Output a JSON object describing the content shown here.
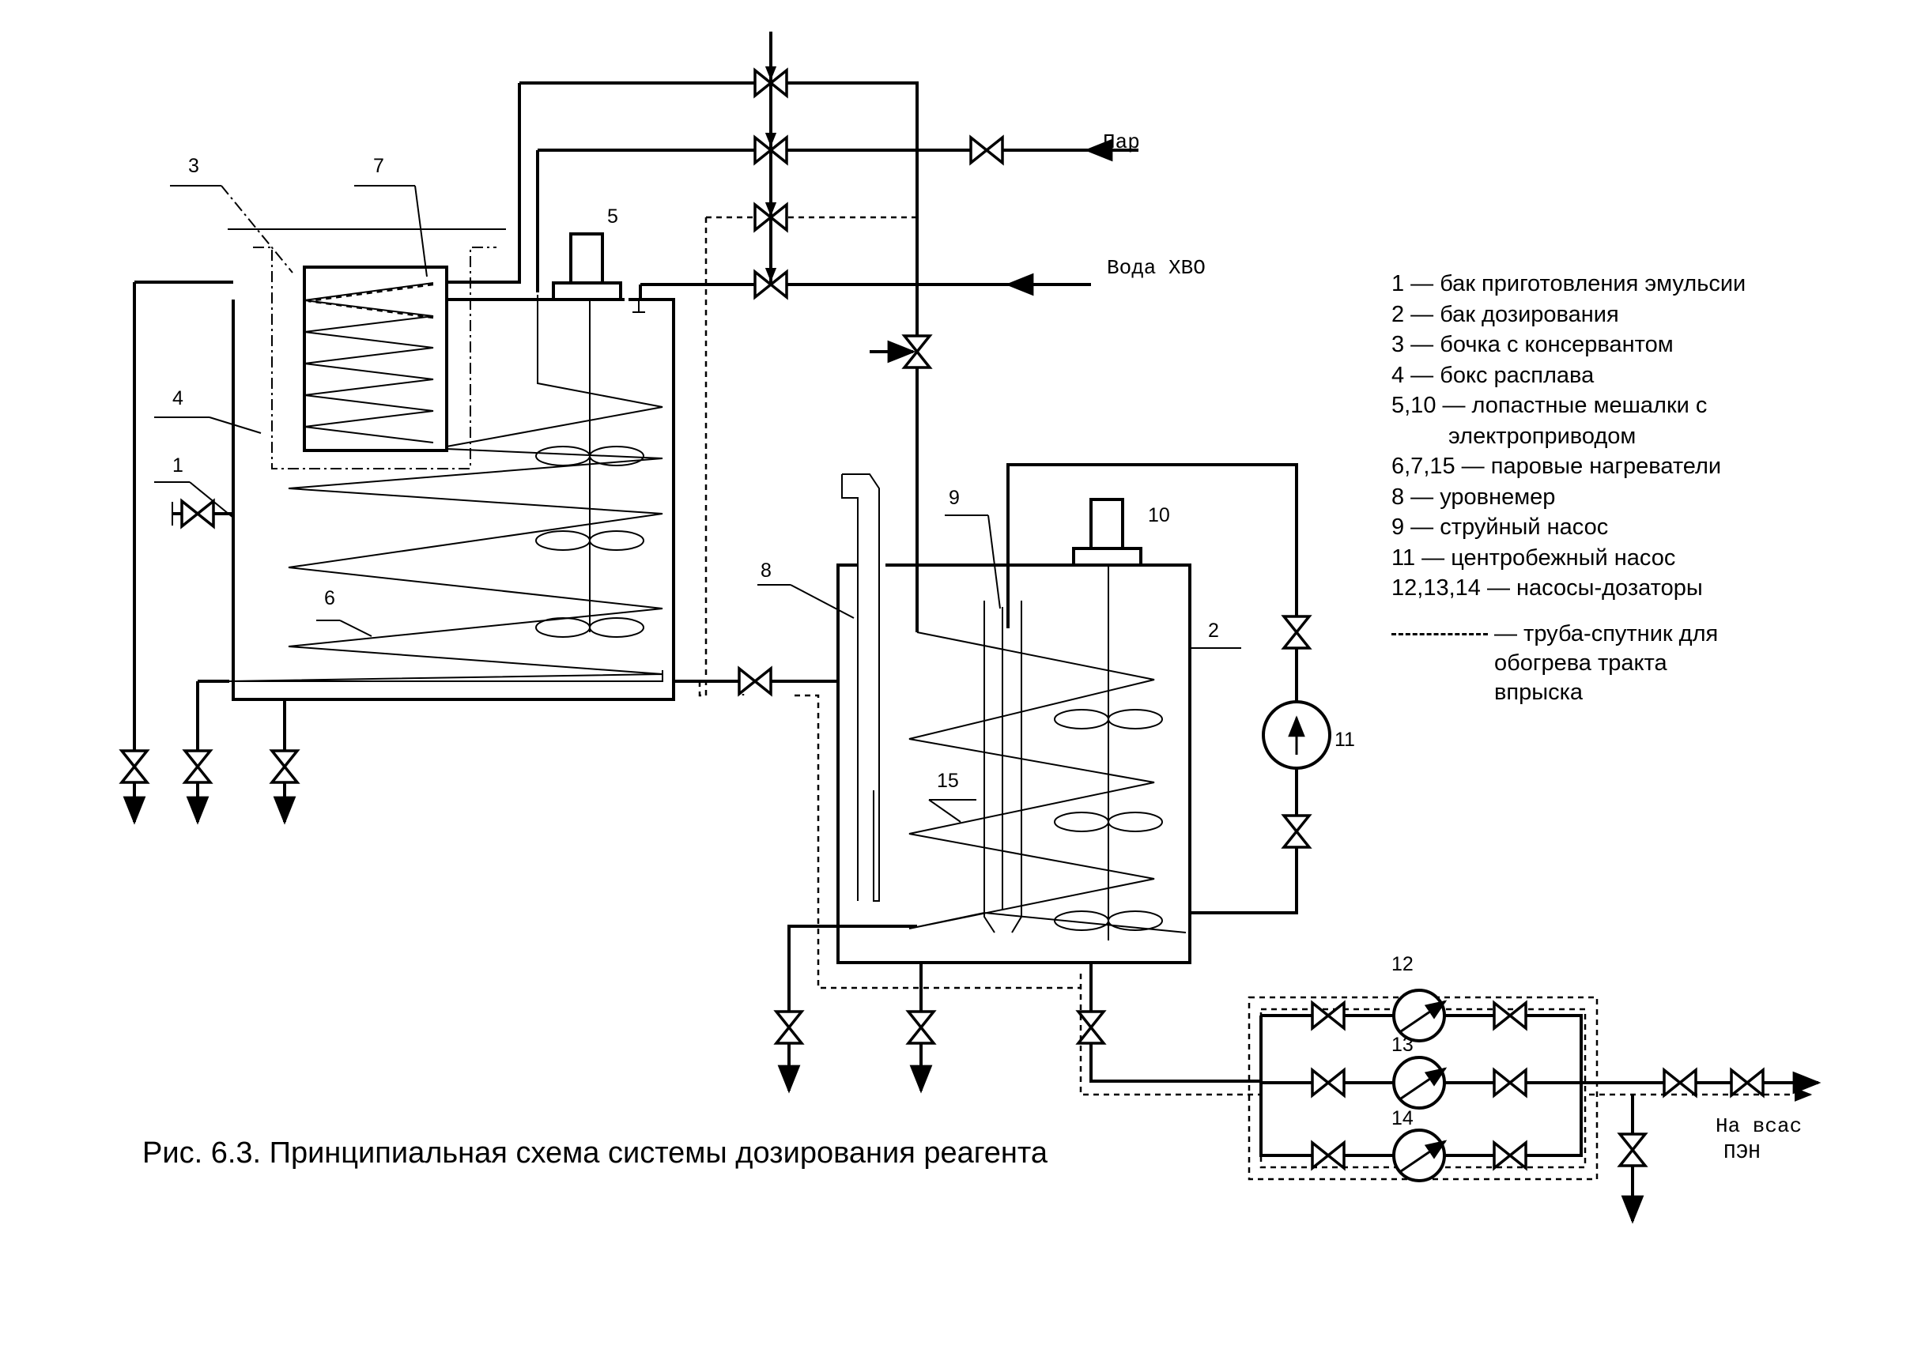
{
  "labels": {
    "steam": "Пар",
    "water": "Вода ХВО",
    "outlet_line1": "На всас",
    "outlet_line2": "ПЭН"
  },
  "numbers": {
    "n1": "1",
    "n2": "2",
    "n3": "3",
    "n4": "4",
    "n5": "5",
    "n6": "6",
    "n7": "7",
    "n8": "8",
    "n9": "9",
    "n10": "10",
    "n11": "11",
    "n12": "12",
    "n13": "13",
    "n14": "14",
    "n15": "15"
  },
  "legend": {
    "items": [
      "1 — бак приготовления эмульсии",
      "2 — бак дозирования",
      "3 — бочка с консервантом",
      "4 — бокс расплава",
      "5,10 — лопастные мешалки с",
      "электроприводом",
      "6,7,15 — паровые нагреватели",
      "8 — уровнемер",
      "9 — струйный насос",
      "11 — центробежный насос",
      "12,13,14 — насосы-дозаторы"
    ],
    "dashed_line1": "— труба-спутник для",
    "dashed_line2": "обогрева тракта",
    "dashed_line3": "впрыска"
  },
  "caption": "Рис. 6.3. Принципиальная схема системы дозирования реагента"
}
